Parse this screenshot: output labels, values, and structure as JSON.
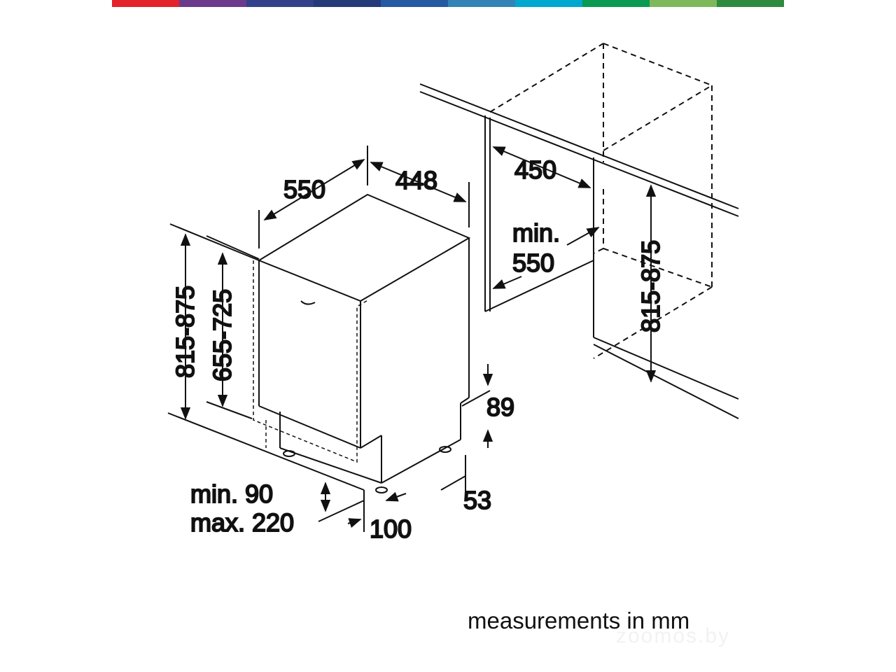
{
  "color_bar": [
    "#e3222b",
    "#6b3a8c",
    "#33418b",
    "#253a78",
    "#245aa1",
    "#3483b6",
    "#00a7cf",
    "#0a9a52",
    "#7db95a",
    "#2e8b3d"
  ],
  "dimensions": {
    "depth": "550",
    "width": "448",
    "cabinet_width": "450",
    "cabinet_depth_prefix": "min.",
    "cabinet_depth": "550",
    "niche_height": "815-875",
    "appliance_height_total": "815-875",
    "appliance_height_body": "655-725",
    "plinth_top": "89",
    "plinth_bottom": "53",
    "plinth_height_min": "min. 90",
    "plinth_height_max": "max. 220",
    "plinth_depth": "100"
  },
  "caption": "measurements in mm",
  "watermark": "zoomos.by"
}
